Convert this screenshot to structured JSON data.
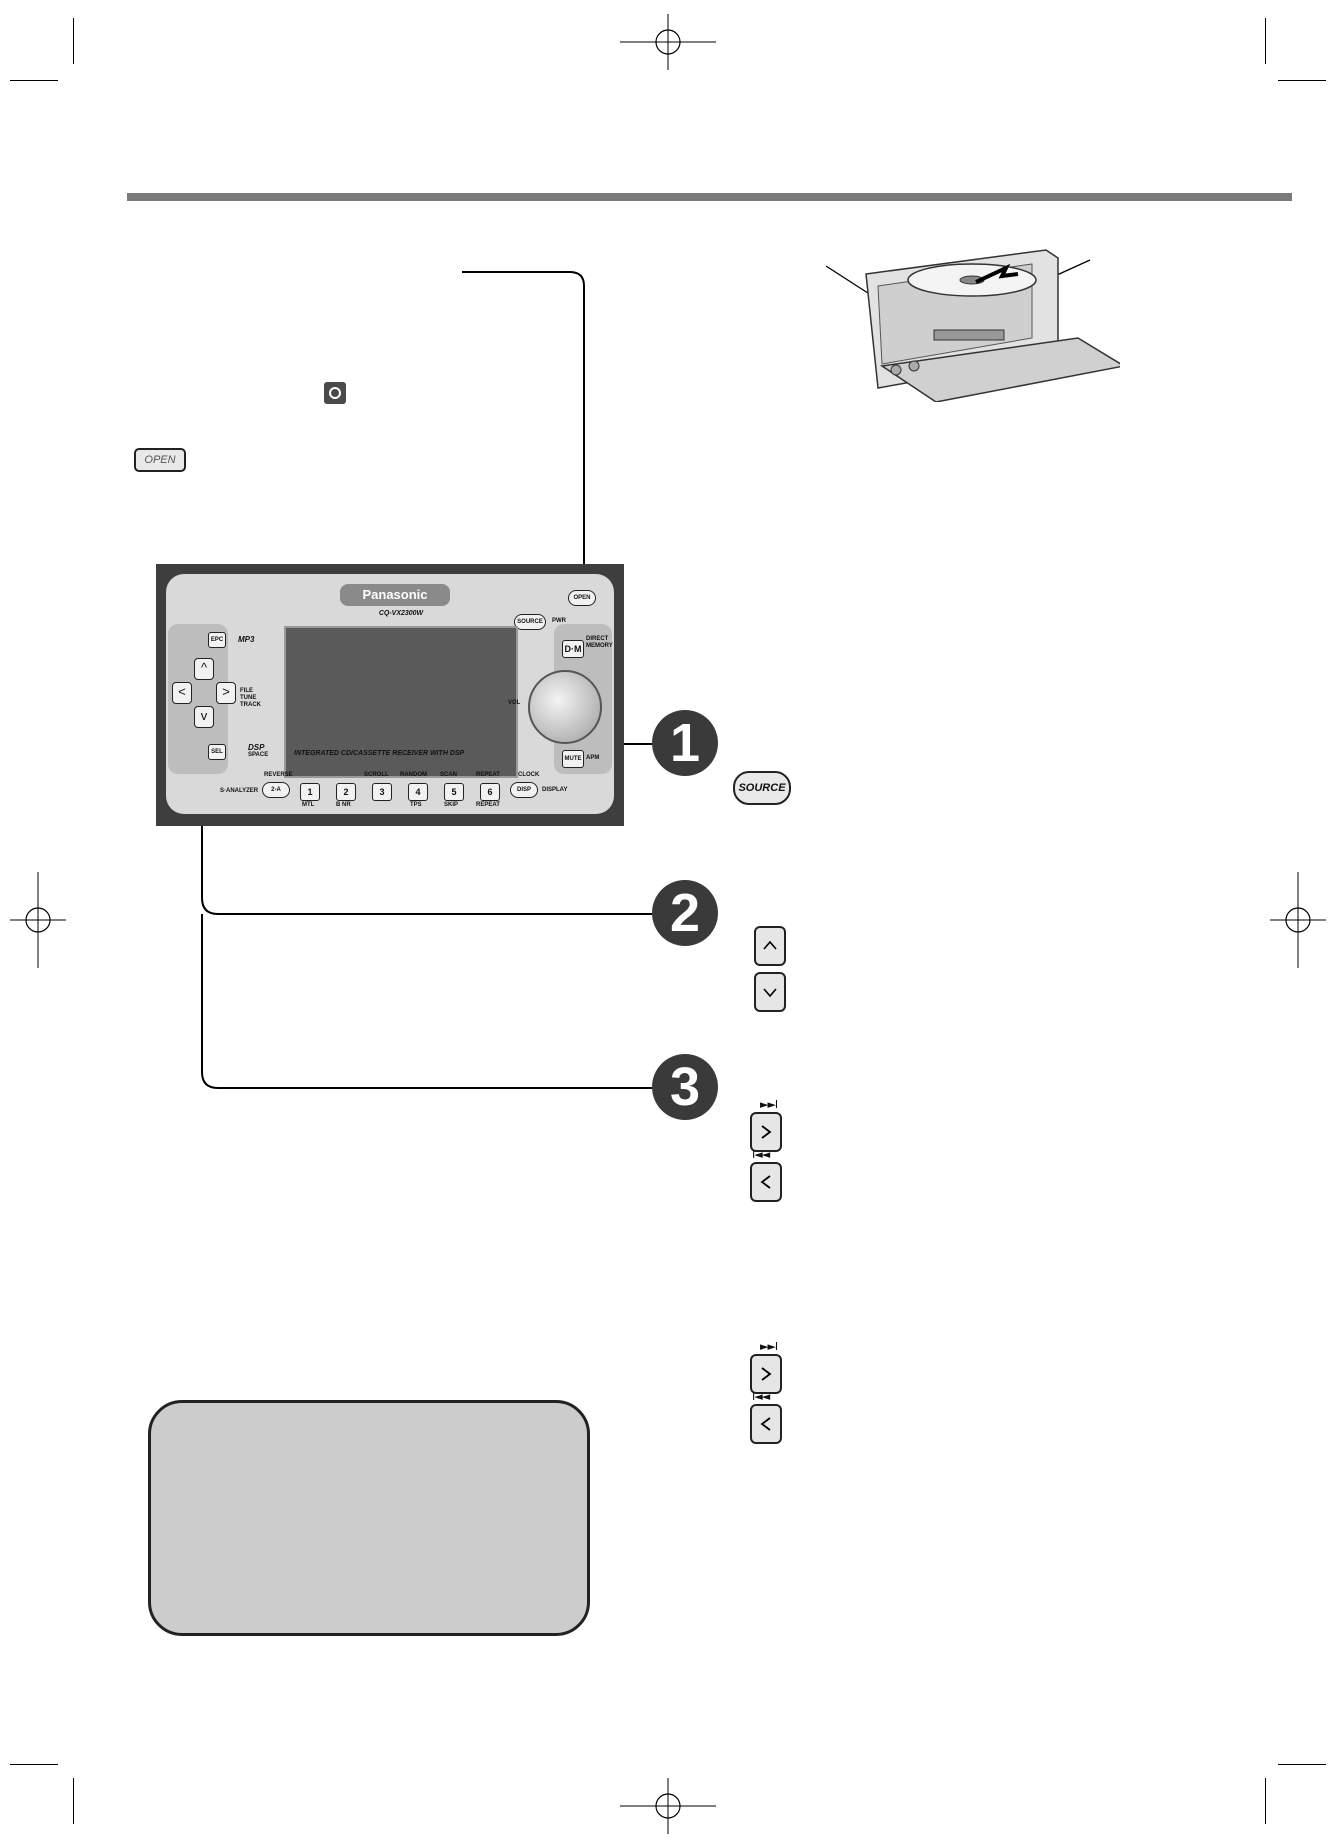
{
  "section_rule": "",
  "callouts": {
    "open_button_label": "OPEN",
    "source_button_label": "SOURCE"
  },
  "device": {
    "brand": "Panasonic",
    "model": "CQ-VX2300W",
    "tagline": "INTEGRATED CD/CASSETTE RECEIVER WITH DSP",
    "labels": {
      "open": "OPEN",
      "source": "SOURCE",
      "pwr": "PWR",
      "vol": "VOL",
      "dm": "D·M",
      "direct_memory": "DIRECT MEMORY",
      "mute": "MUTE",
      "apm": "APM",
      "epc": "EPC",
      "sel": "SEL",
      "mp3": "MP3",
      "file_tune_track": "FILE TUNE TRACK",
      "dsp": "DSP",
      "space": "SPACE",
      "s_analyzer": "S·ANALYZER",
      "reverse": "REVERSE",
      "scroll": "SCROLL",
      "random": "RANDOM",
      "scan": "SCAN",
      "repeat": "REPEAT",
      "clock": "CLOCK",
      "display": "DISPLAY",
      "disp": "DISP",
      "two_a": "2-A",
      "mtl": "MTL",
      "b_nr": "B NR",
      "tps": "TPS",
      "skip": "SKIP",
      "repeat_bottom": "REPEAT"
    },
    "presets": [
      "1",
      "2",
      "3",
      "4",
      "5",
      "6"
    ]
  },
  "steps": [
    {
      "number": "1"
    },
    {
      "number": "2"
    },
    {
      "number": "3"
    }
  ],
  "keys": {
    "up": "^",
    "down": "v",
    "next": ">",
    "prev": "<",
    "next_symbol": "►►I",
    "prev_symbol": "I◄◄"
  }
}
